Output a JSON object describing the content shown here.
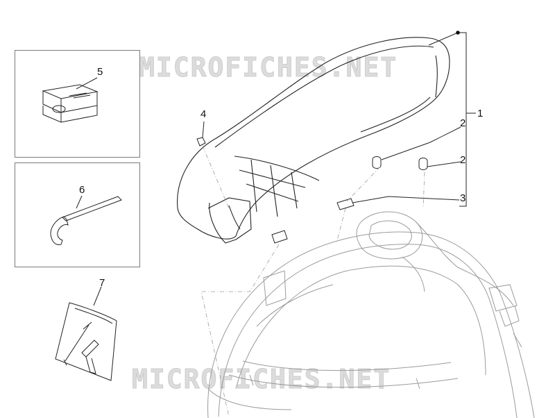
{
  "diagram": {
    "watermark_text": "MICROFICHES.NET",
    "callouts": {
      "one": "1",
      "two_a": "2",
      "two_b": "2",
      "three": "3",
      "four": "4",
      "five": "5",
      "six": "6",
      "seven": "7"
    },
    "colors": {
      "line": "#222222",
      "faint_line": "#9a9a9a",
      "watermark": "#d6d6d6"
    }
  }
}
